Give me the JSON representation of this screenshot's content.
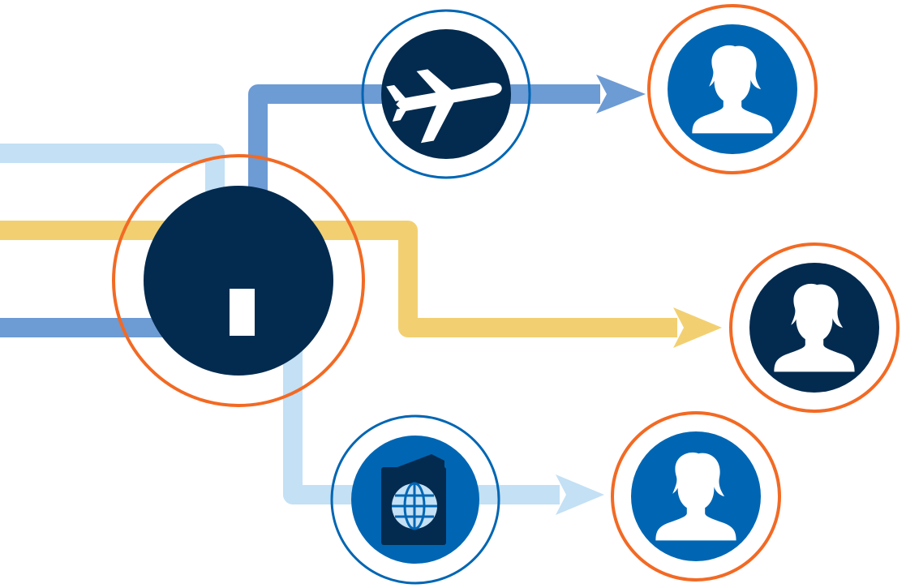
{
  "colors": {
    "navy": "#032b4f",
    "blue": "#0066b3",
    "mid_blue": "#6d9bd4",
    "light_blue": "#c3e0f5",
    "yellow": "#f2d072",
    "orange": "#f26a24",
    "white": "#ffffff"
  },
  "nodes": [
    {
      "name": "central-hub",
      "icon": "gate-slot-icon",
      "ring": "orange"
    },
    {
      "name": "airplane-node",
      "icon": "airplane-icon",
      "ring": "blue"
    },
    {
      "name": "passport-node",
      "icon": "passport-icon",
      "ring": "blue"
    },
    {
      "name": "person-node-top",
      "icon": "person-icon",
      "ring": "orange"
    },
    {
      "name": "person-node-middle",
      "icon": "person-icon",
      "ring": "orange"
    },
    {
      "name": "person-node-bottom",
      "icon": "person-icon",
      "ring": "orange"
    }
  ],
  "flows": [
    {
      "name": "flow-light-blue-to-passport",
      "color": "light_blue",
      "from": "left-edge",
      "via": "passport-node",
      "to": "person-node-bottom"
    },
    {
      "name": "flow-yellow-direct",
      "color": "yellow",
      "from": "left-edge",
      "via": "central-hub",
      "to": "person-node-middle"
    },
    {
      "name": "flow-mid-blue-to-airplane",
      "color": "mid_blue",
      "from": "left-edge",
      "via": "airplane-node",
      "to": "person-node-top"
    }
  ]
}
